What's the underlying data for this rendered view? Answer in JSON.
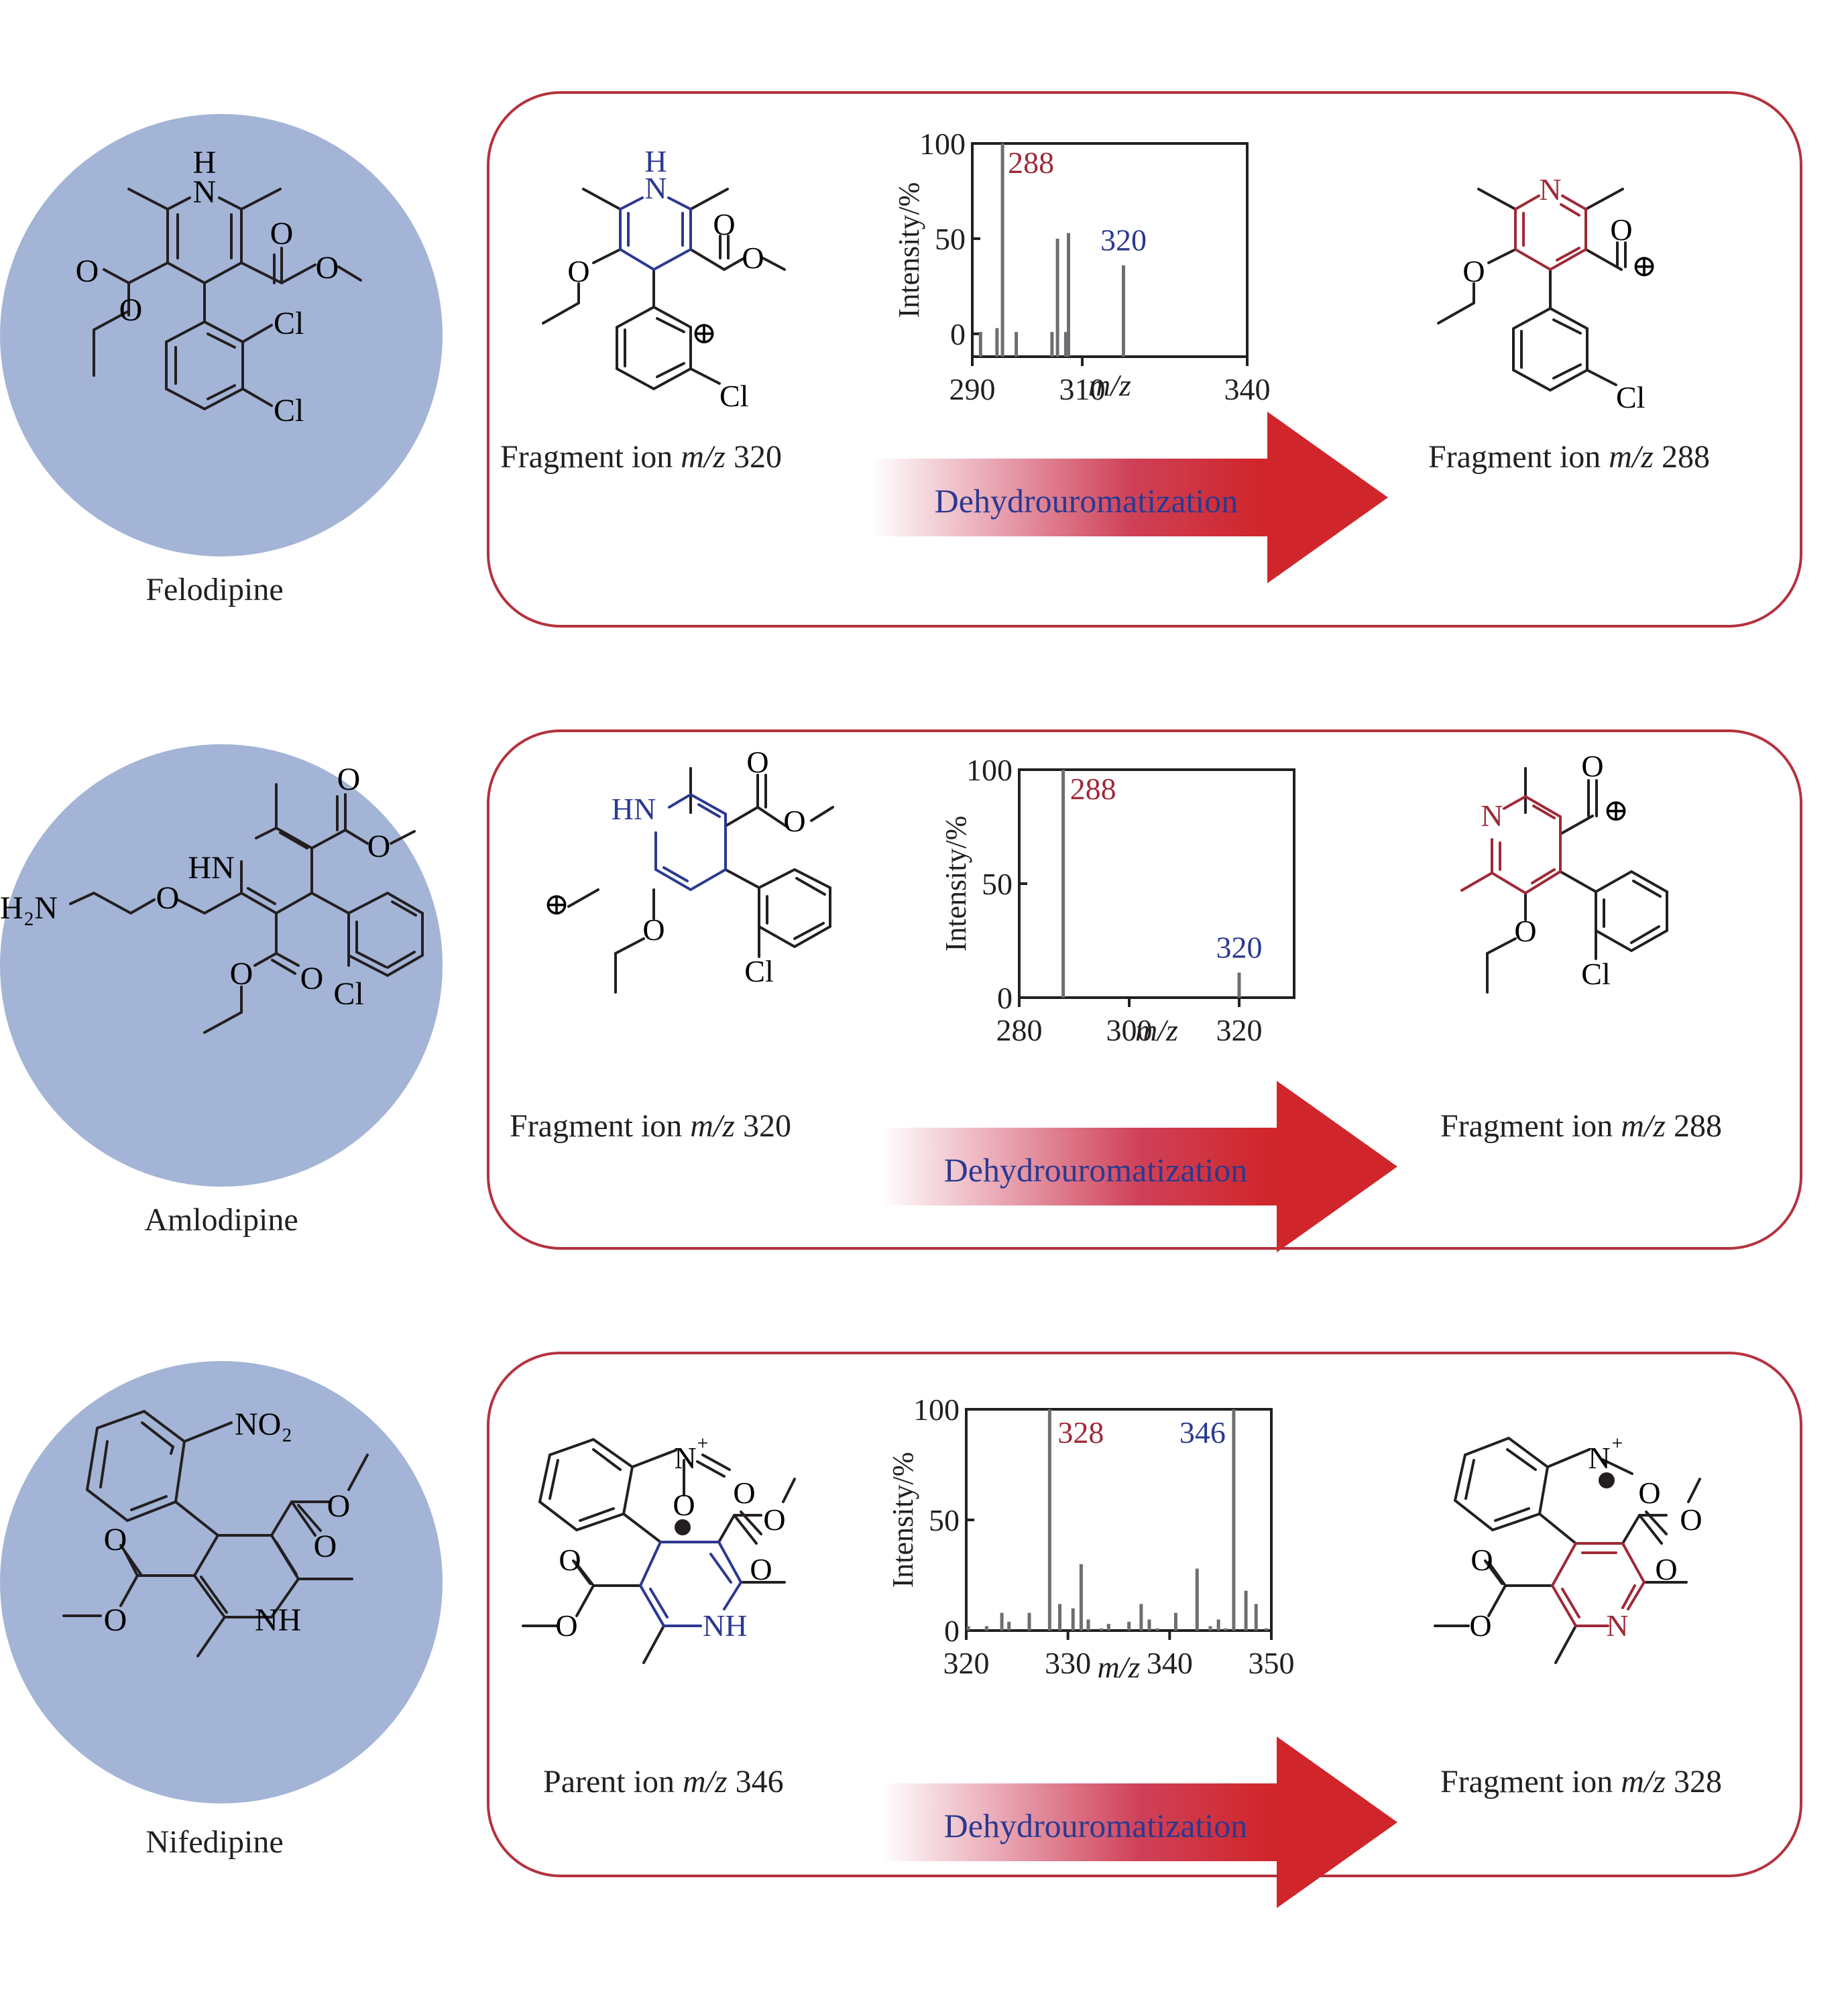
{
  "colors": {
    "panel_border": "#b5313e",
    "circle_fill": "#a3b4d6",
    "reactant_ring": "#2b3990",
    "product_ring": "#9e2a37",
    "arrow_start": "#f8e5e8",
    "arrow_end": "#d0262b",
    "arrow_text": "#2b3990",
    "peak_label_product": "#9e2a37",
    "peak_label_reactant": "#2b3990",
    "peak_color": "#6d6e71"
  },
  "rows": [
    {
      "drug_name": "Felodipine",
      "drug_atoms": {
        "nh_top": "H",
        "n": "N",
        "o1": "O",
        "o2": "O",
        "o3": "O",
        "o4": "O",
        "cl1": "Cl",
        "cl2": "Cl"
      },
      "left_ion": {
        "prefix": "Fragment ion ",
        "mz": "m/z",
        "value": " 320"
      },
      "right_ion": {
        "prefix": "Fragment ion ",
        "mz": "m/z",
        "value": " 288"
      },
      "left_atoms": {
        "h": "H",
        "n": "N",
        "o_ether": "O",
        "o_carbonyl": "O",
        "o_ester": "O",
        "cl": "Cl",
        "charge": "⊕"
      },
      "right_atoms": {
        "n": "N",
        "o_ether": "O",
        "o_acyl": "O",
        "cl": "Cl",
        "charge": "⊕"
      },
      "arrow_label": "Dehydrouromatization"
    },
    {
      "drug_name": "Amlodipine",
      "drug_atoms": {
        "hn": "HN",
        "h2n": "H₂N",
        "o_chain": "O",
        "o1": "O",
        "o2": "O",
        "o3": "O",
        "o4": "O",
        "cl": "Cl"
      },
      "left_ion": {
        "prefix": "Fragment ion ",
        "mz": "m/z",
        "value": " 320"
      },
      "right_ion": {
        "prefix": "Fragment ion ",
        "mz": "m/z",
        "value": " 288"
      },
      "left_atoms": {
        "hn": "HN",
        "o_carbonyl": "O",
        "o_ester": "O",
        "o_ether": "O",
        "cl": "Cl",
        "charge": "⊕"
      },
      "right_atoms": {
        "n": "N",
        "o_acyl": "O",
        "o_ether": "O",
        "cl": "Cl",
        "charge": "⊕"
      },
      "arrow_label": "Dehydrouromatization"
    },
    {
      "drug_name": "Nifedipine",
      "drug_atoms": {
        "no2": "NO₂",
        "nh": "NH",
        "o1": "O",
        "o2": "O",
        "o3": "O",
        "o4": "O"
      },
      "left_ion": {
        "prefix": "Parent ion ",
        "mz": "m/z",
        "value": " 346"
      },
      "right_ion": {
        "prefix": "Fragment ion ",
        "mz": "m/z",
        "value": " 328"
      },
      "left_atoms": {
        "n_plus": "N",
        "plus": "+",
        "o_nitro1": "O",
        "o_nitro2": "O",
        "nh": "NH",
        "o1": "O",
        "o2": "O",
        "o3": "O",
        "o4": "O"
      },
      "right_atoms": {
        "n_plus": "N",
        "plus": "+",
        "o_nitro": "O",
        "n": "N",
        "o1": "O",
        "o2": "O",
        "o3": "O",
        "o4": "O"
      },
      "arrow_label": "Dehydrouromatization"
    }
  ],
  "chart_data": [
    {
      "type": "bar",
      "title": "",
      "xlabel": "m/z",
      "ylabel": "Intensity/%",
      "xlim": [
        290,
        340
      ],
      "ylim": [
        -12,
        100
      ],
      "xticks": [
        "290",
        "310",
        "340"
      ],
      "xtick_values": [
        290,
        310,
        340
      ],
      "yticks": [
        "0",
        "50",
        "100"
      ],
      "ytick_values": [
        0,
        50,
        100
      ],
      "peaks": [
        {
          "x": 295.5,
          "y": 100
        },
        {
          "x": 305.5,
          "y": 50
        },
        {
          "x": 307.5,
          "y": 53
        },
        {
          "x": 317.5,
          "y": 36
        },
        {
          "x": 291.5,
          "y": 1
        },
        {
          "x": 294.5,
          "y": 3
        },
        {
          "x": 298,
          "y": 1
        },
        {
          "x": 304.5,
          "y": 1
        },
        {
          "x": 307,
          "y": 1
        }
      ],
      "annotations": [
        {
          "text": "288",
          "peak_x": 295.5,
          "color": "#9e2a37"
        },
        {
          "text": "320",
          "peak_x": 317.5,
          "color": "#2b3990"
        }
      ]
    },
    {
      "type": "bar",
      "title": "",
      "xlabel": "m/z",
      "ylabel": "Intensity/%",
      "xlim": [
        280,
        330
      ],
      "ylim": [
        0,
        100
      ],
      "xticks": [
        "280",
        "300",
        "320"
      ],
      "xtick_values": [
        280,
        300,
        320
      ],
      "yticks": [
        "0",
        "50",
        "100"
      ],
      "ytick_values": [
        0,
        50,
        100
      ],
      "peaks": [
        {
          "x": 288,
          "y": 100
        },
        {
          "x": 320,
          "y": 11
        }
      ],
      "annotations": [
        {
          "text": "288",
          "peak_x": 288,
          "color": "#9e2a37"
        },
        {
          "text": "320",
          "peak_x": 320,
          "color": "#2b3990"
        }
      ]
    },
    {
      "type": "bar",
      "title": "",
      "xlabel": "m/z",
      "ylabel": "Intensity/%",
      "xlim": [
        320,
        350
      ],
      "ylim": [
        0,
        100
      ],
      "xticks": [
        "320",
        "330",
        "340",
        "350"
      ],
      "xtick_values": [
        320,
        330,
        340,
        350
      ],
      "yticks": [
        "0",
        "50",
        "100"
      ],
      "ytick_values": [
        0,
        50,
        100
      ],
      "peaks": [
        {
          "x": 320.2,
          "y": 2
        },
        {
          "x": 322,
          "y": 2
        },
        {
          "x": 323.5,
          "y": 8
        },
        {
          "x": 324.2,
          "y": 4
        },
        {
          "x": 326.2,
          "y": 8
        },
        {
          "x": 328.2,
          "y": 100
        },
        {
          "x": 329.2,
          "y": 12
        },
        {
          "x": 330.5,
          "y": 10
        },
        {
          "x": 331.3,
          "y": 30
        },
        {
          "x": 332,
          "y": 5
        },
        {
          "x": 333.3,
          "y": 1
        },
        {
          "x": 334,
          "y": 3
        },
        {
          "x": 336,
          "y": 4
        },
        {
          "x": 337.2,
          "y": 12
        },
        {
          "x": 338,
          "y": 5
        },
        {
          "x": 338.8,
          "y": 1
        },
        {
          "x": 340.6,
          "y": 8
        },
        {
          "x": 342.7,
          "y": 28
        },
        {
          "x": 344,
          "y": 2
        },
        {
          "x": 344.8,
          "y": 5
        },
        {
          "x": 345.5,
          "y": 1
        },
        {
          "x": 346.3,
          "y": 100
        },
        {
          "x": 347.5,
          "y": 18
        },
        {
          "x": 348.5,
          "y": 12
        },
        {
          "x": 349.5,
          "y": 1
        }
      ],
      "annotations": [
        {
          "text": "328",
          "peak_x": 328.2,
          "color": "#9e2a37"
        },
        {
          "text": "346",
          "peak_x": 346.3,
          "color": "#2b3990"
        }
      ]
    }
  ]
}
